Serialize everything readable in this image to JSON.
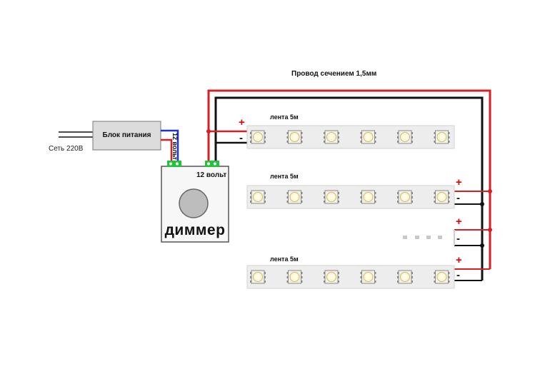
{
  "title": "Провод сечением 1,5мм",
  "mains_label": "Сеть 220В",
  "power_supply": {
    "label": "Блок питания"
  },
  "supply_voltage_label": "12 вольт",
  "dimmer": {
    "label": "диммер",
    "input_label": "12 вольт"
  },
  "strips": [
    {
      "label": "лента 5м",
      "led_count": 6
    },
    {
      "label": "лента 5м",
      "led_count": 6
    },
    {
      "label": "лента 5м",
      "led_count": 6
    }
  ],
  "polarity": {
    "plus": "+",
    "minus": "-"
  },
  "ellipsis_dots": 4,
  "colors": {
    "positive_wire": "#d91f26",
    "negative_wire": "#111111",
    "supply_blue": "#1f2fd0",
    "terminal": "#22c43a",
    "strip": "#ededed",
    "knob": "#bdbdbd"
  }
}
